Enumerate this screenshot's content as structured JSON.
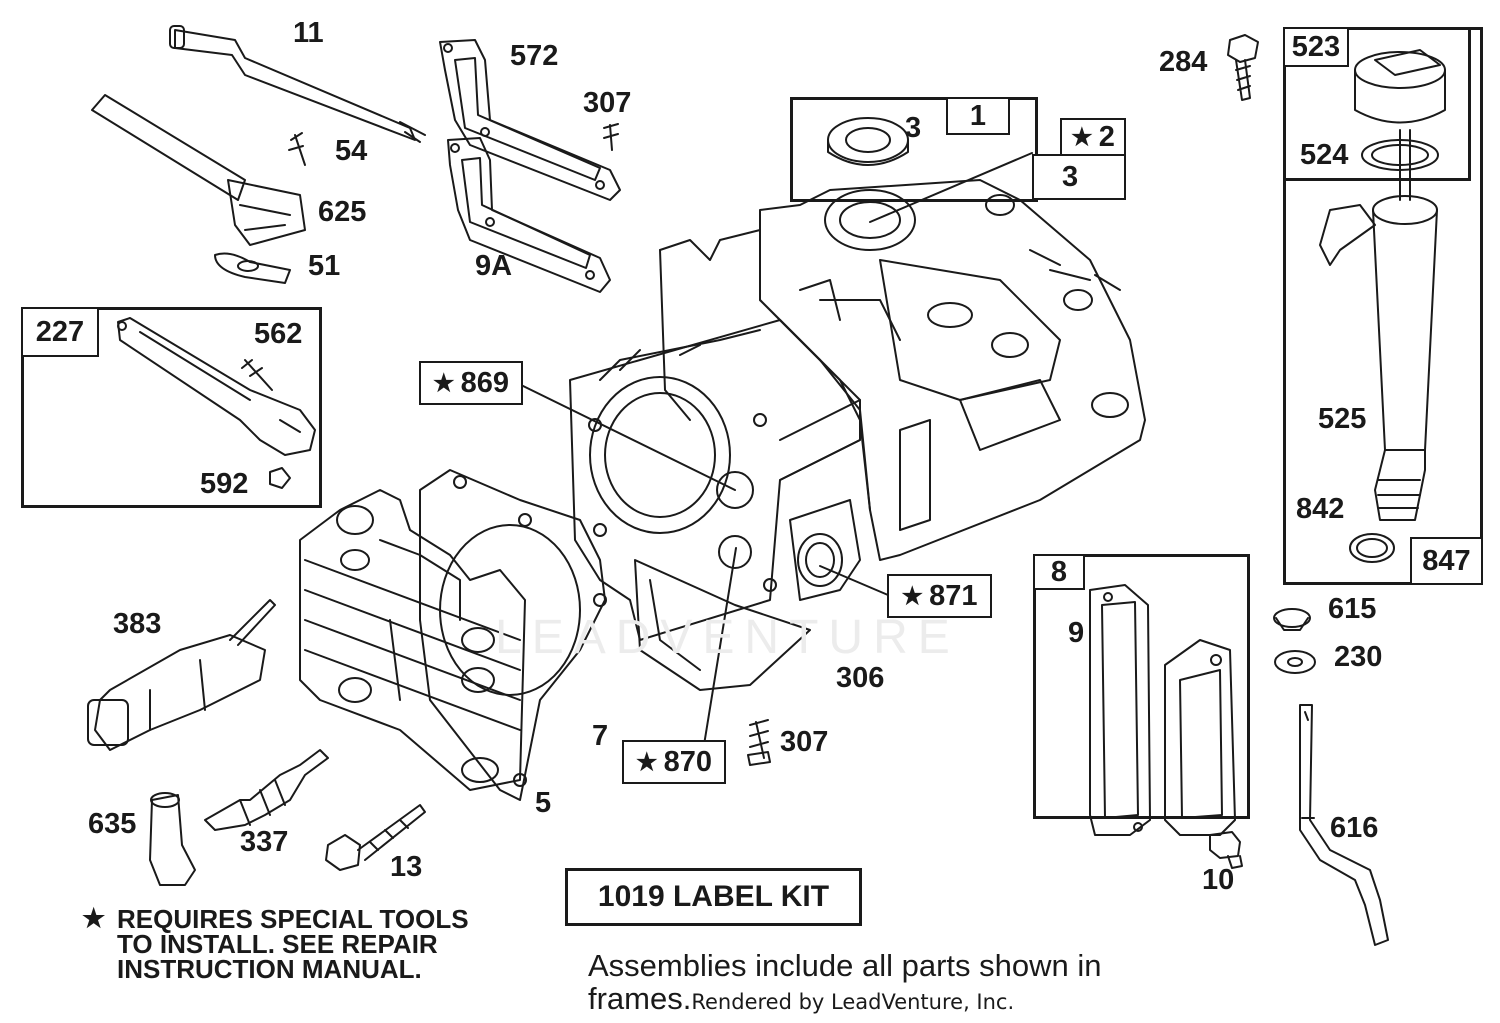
{
  "diagram": {
    "watermark": "LEADVENTURE",
    "callouts": {
      "p11": "11",
      "p54": "54",
      "p625": "625",
      "p51": "51",
      "p572": "572",
      "p307a": "307",
      "p9a": "9A",
      "p3": "3",
      "p1": "1",
      "p2": "2",
      "p3b": "3",
      "p284": "284",
      "p523": "523",
      "p524": "524",
      "p525": "525",
      "p842": "842",
      "p847": "847",
      "p227": "227",
      "p562": "562",
      "p592": "592",
      "p869": "869",
      "p871": "871",
      "p870": "870",
      "p306": "306",
      "p307b": "307",
      "p7": "7",
      "p5": "5",
      "p383": "383",
      "p635": "635",
      "p337": "337",
      "p13": "13",
      "p8": "8",
      "p9": "9",
      "p10": "10",
      "p615": "615",
      "p230": "230",
      "p616": "616"
    },
    "star_symbol": "★",
    "note_star": "★",
    "note_lines": [
      "REQUIRES SPECIAL TOOLS",
      "TO INSTALL.  SEE REPAIR",
      "INSTRUCTION MANUAL."
    ],
    "label_kit": "1019 LABEL KIT",
    "assemblies_line1": "Assemblies include all parts shown in",
    "assemblies_line2": "frames.",
    "credit": "Rendered by LeadVenture, Inc."
  }
}
